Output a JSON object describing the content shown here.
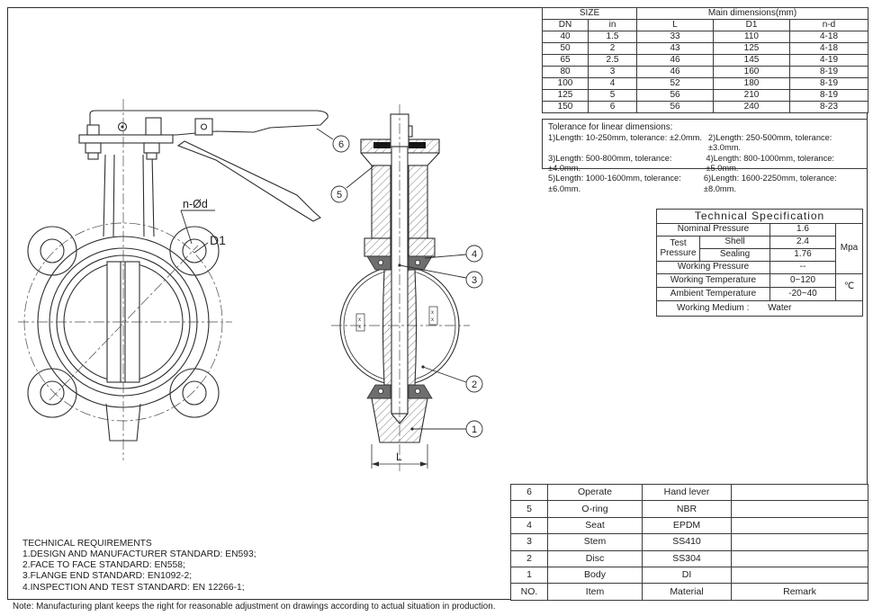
{
  "size_table": {
    "header_group_left": "SIZE",
    "header_group_right": "Main dimensions(mm)",
    "columns": [
      "DN",
      "in",
      "L",
      "D1",
      "n-d"
    ],
    "rows": [
      [
        "40",
        "1.5",
        "33",
        "110",
        "4-18"
      ],
      [
        "50",
        "2",
        "43",
        "125",
        "4-18"
      ],
      [
        "65",
        "2.5",
        "46",
        "145",
        "4-19"
      ],
      [
        "80",
        "3",
        "46",
        "160",
        "8-19"
      ],
      [
        "100",
        "4",
        "52",
        "180",
        "8-19"
      ],
      [
        "125",
        "5",
        "56",
        "210",
        "8-19"
      ],
      [
        "150",
        "6",
        "56",
        "240",
        "8-23"
      ]
    ]
  },
  "tolerance": {
    "title": "Tolerance for linear dimensions:",
    "items_left": [
      "1)Length: 10-250mm, tolerance: ±2.0mm.",
      "3)Length: 500-800mm, tolerance: ±4.0mm.",
      "5)Length: 1000-1600mm, tolerance: ±6.0mm."
    ],
    "items_right": [
      "2)Length: 250-500mm, tolerance: ±3.0mm.",
      "4)Length: 800-1000mm, tolerance: ±5.0mm.",
      "6)Length: 1600-2250mm, tolerance: ±8.0mm."
    ]
  },
  "spec_table": {
    "title": "Technical Specification",
    "nominal_pressure_label": "Nominal Pressure",
    "nominal_pressure_value": "1.6",
    "test_pressure_label": "Test Pressure",
    "shell_label": "Shell",
    "shell_value": "2.4",
    "sealing_label": "Sealing",
    "sealing_value": "1.76",
    "working_pressure_label": "Working Pressure",
    "working_pressure_value": "--",
    "working_temp_label": "Working Temperature",
    "working_temp_value": "0~120",
    "ambient_temp_label": "Ambient Temperature",
    "ambient_temp_value": "-20~40",
    "pressure_unit": "Mpa",
    "temp_unit": "℃",
    "working_medium_label": "Working Medium :",
    "working_medium_value": "Water"
  },
  "parts_table": {
    "rows": [
      {
        "no": "6",
        "item": "Operate",
        "material": "Hand lever",
        "remark": ""
      },
      {
        "no": "5",
        "item": "O-ring",
        "material": "NBR",
        "remark": ""
      },
      {
        "no": "4",
        "item": "Seat",
        "material": "EPDM",
        "remark": ""
      },
      {
        "no": "3",
        "item": "Stem",
        "material": "SS410",
        "remark": ""
      },
      {
        "no": "2",
        "item": "Disc",
        "material": "SS304",
        "remark": ""
      },
      {
        "no": "1",
        "item": "Body",
        "material": "DI",
        "remark": ""
      }
    ],
    "footer": {
      "no": "NO.",
      "item": "Item",
      "material": "Material",
      "remark": "Remark"
    }
  },
  "technical_requirements": {
    "title": "TECHNICAL REQUIREMENTS",
    "items": [
      "1.DESIGN AND MANUFACTURER STANDARD: EN593;",
      "2.FACE TO FACE STANDARD: EN558;",
      "3.FLANGE END STANDARD: EN1092-2;",
      "4.INSPECTION AND TEST STANDARD: EN 12266-1;"
    ]
  },
  "note": "Note: Manufacturing plant keeps the right for reasonable adjustment on drawings according to actual situation in production.",
  "drawing": {
    "labels": {
      "bolt_pattern": "n-Ød",
      "bolt_circle_diameter": "D1",
      "length_dim": "L"
    },
    "callouts": [
      "1",
      "2",
      "3",
      "4",
      "5",
      "6"
    ]
  },
  "colors": {
    "line": "#2e2e2e",
    "background": "#ffffff"
  }
}
